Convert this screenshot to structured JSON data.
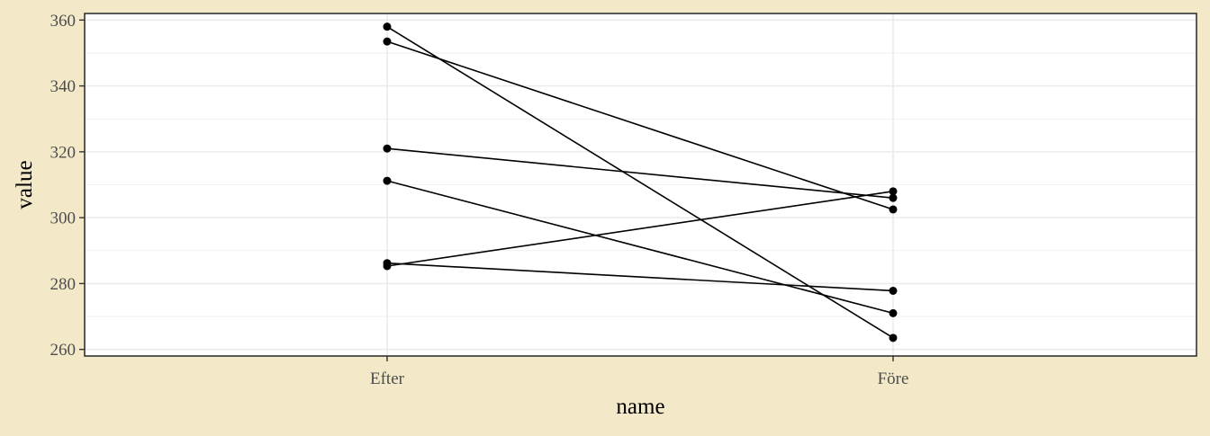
{
  "chart_data": {
    "type": "line",
    "title": "",
    "xlabel": "name",
    "ylabel": "value",
    "categories": [
      "Efter",
      "Före"
    ],
    "ylim": [
      258,
      362
    ],
    "y_ticks": [
      260,
      280,
      300,
      320,
      340,
      360
    ],
    "grid": true,
    "legend": "none",
    "series": [
      {
        "values": [
          358,
          263.5
        ]
      },
      {
        "values": [
          353.5,
          302.5
        ]
      },
      {
        "values": [
          321,
          306
        ]
      },
      {
        "values": [
          311.2,
          271
        ]
      },
      {
        "values": [
          286.2,
          277.8
        ]
      },
      {
        "values": [
          285.3,
          308
        ]
      }
    ]
  },
  "colors": {
    "background": "#f3e9c9",
    "panel": "#ffffff",
    "grid": "#ebebeb",
    "line": "#000000",
    "border": "#333333"
  }
}
